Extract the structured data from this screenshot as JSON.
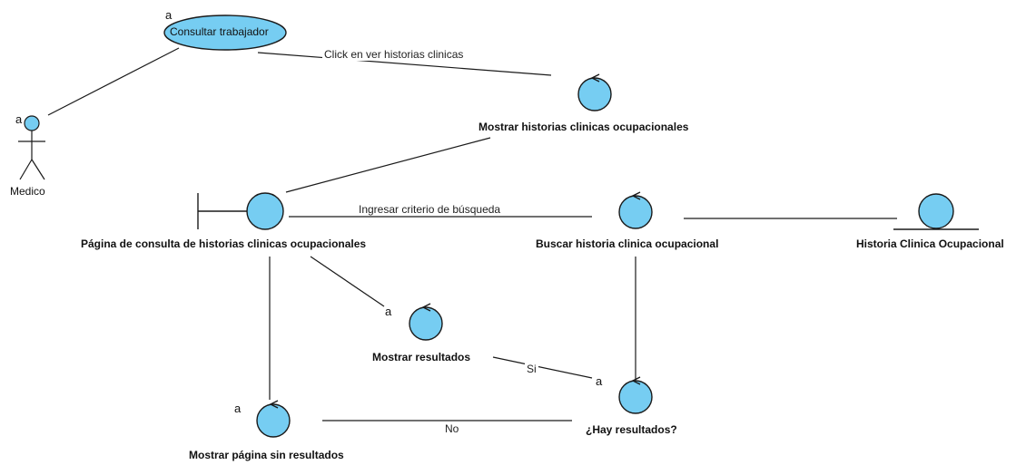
{
  "colors": {
    "fill": "#76cdf2",
    "stroke": "#1a1a1a"
  },
  "actor": {
    "name": "Medico",
    "multiplicity": "a"
  },
  "use_case": {
    "label": "Consultar trabajador",
    "multiplicity": "a"
  },
  "boundary": {
    "name": "Página de consulta de historias clinicas ocupacionales"
  },
  "entity": {
    "name": "Historia Clinica Ocupacional"
  },
  "controls": {
    "mostrar_historias": {
      "name": "Mostrar historias clinicas ocupacionales"
    },
    "buscar": {
      "name": "Buscar historia clinica ocupacional"
    },
    "mostrar_resultados": {
      "name": "Mostrar resultados",
      "multiplicity": "a"
    },
    "hay_resultados": {
      "name": "¿Hay resultados?",
      "multiplicity": "a"
    },
    "sin_resultados": {
      "name": "Mostrar página sin resultados",
      "multiplicity": "a"
    }
  },
  "links": {
    "click": "Click en ver historias clinicas",
    "ingresar": "Ingresar criterio de búsqueda",
    "si": "Si",
    "no": "No"
  }
}
